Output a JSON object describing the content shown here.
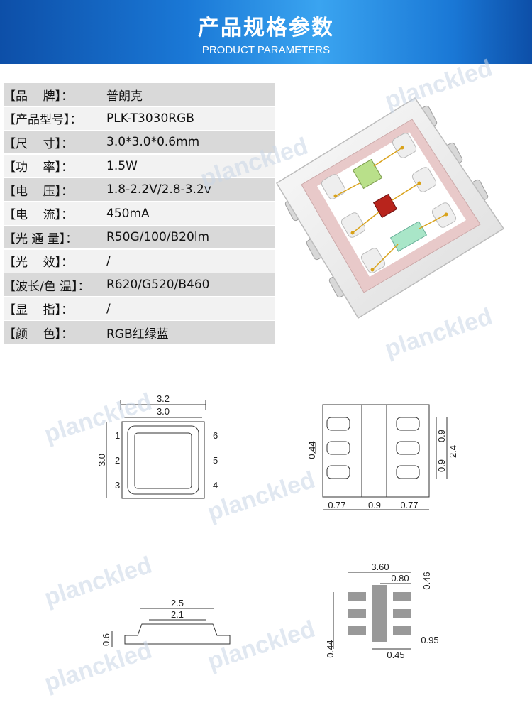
{
  "header": {
    "title": "产品规格参数",
    "subtitle": "PRODUCT PARAMETERS"
  },
  "specs": [
    {
      "label": "【品    牌】：",
      "value": "普朗克"
    },
    {
      "label": "【产品型号】：",
      "value": "PLK-T3030RGB"
    },
    {
      "label": "【尺    寸】：",
      "value": "3.0*3.0*0.6mm"
    },
    {
      "label": "【功    率】：",
      "value": "1.5W"
    },
    {
      "label": "【电    压】：",
      "value": "1.8-2.2V/2.8-3.2v"
    },
    {
      "label": "【电    流】：",
      "value": "450mA"
    },
    {
      "label": "【光 通 量】：",
      "value": "R50G/100/B20lm"
    },
    {
      "label": "【光    效】：",
      "value": "/"
    },
    {
      "label": "【波长/色 温】：",
      "value": "R620/G520/B460"
    },
    {
      "label": "【显    指】：",
      "value": "/"
    },
    {
      "label": "【颜    色】：",
      "value": "RGB红绿蓝"
    }
  ],
  "watermark": "planckled",
  "drawings": {
    "top_view": {
      "dim_outer": "3.2",
      "dim_inner": "3.0",
      "dim_side": "3.0",
      "pins": [
        "1",
        "2",
        "3",
        "6",
        "5",
        "4"
      ]
    },
    "bottom_view": {
      "d044": "0.44",
      "d09a": "0.9",
      "d09b": "0.9",
      "d24": "2.4",
      "d077a": "0.77",
      "d09c": "0.9",
      "d077b": "0.77"
    },
    "side_view": {
      "d25": "2.5",
      "d21": "2.1",
      "d06": "0.6"
    },
    "footprint": {
      "d360": "3.60",
      "d080": "0.80",
      "d046": "0.46",
      "d044": "0.44",
      "d045": "0.45",
      "d095": "0.95"
    }
  },
  "colors": {
    "banner": "#1a78d6",
    "row_dark": "#d9d9d9",
    "row_light": "#f2f2f2",
    "led_red": "#b8241c",
    "led_green": "#b9e08a",
    "led_blue": "#a9e6c8",
    "wire": "#d9a21a"
  }
}
